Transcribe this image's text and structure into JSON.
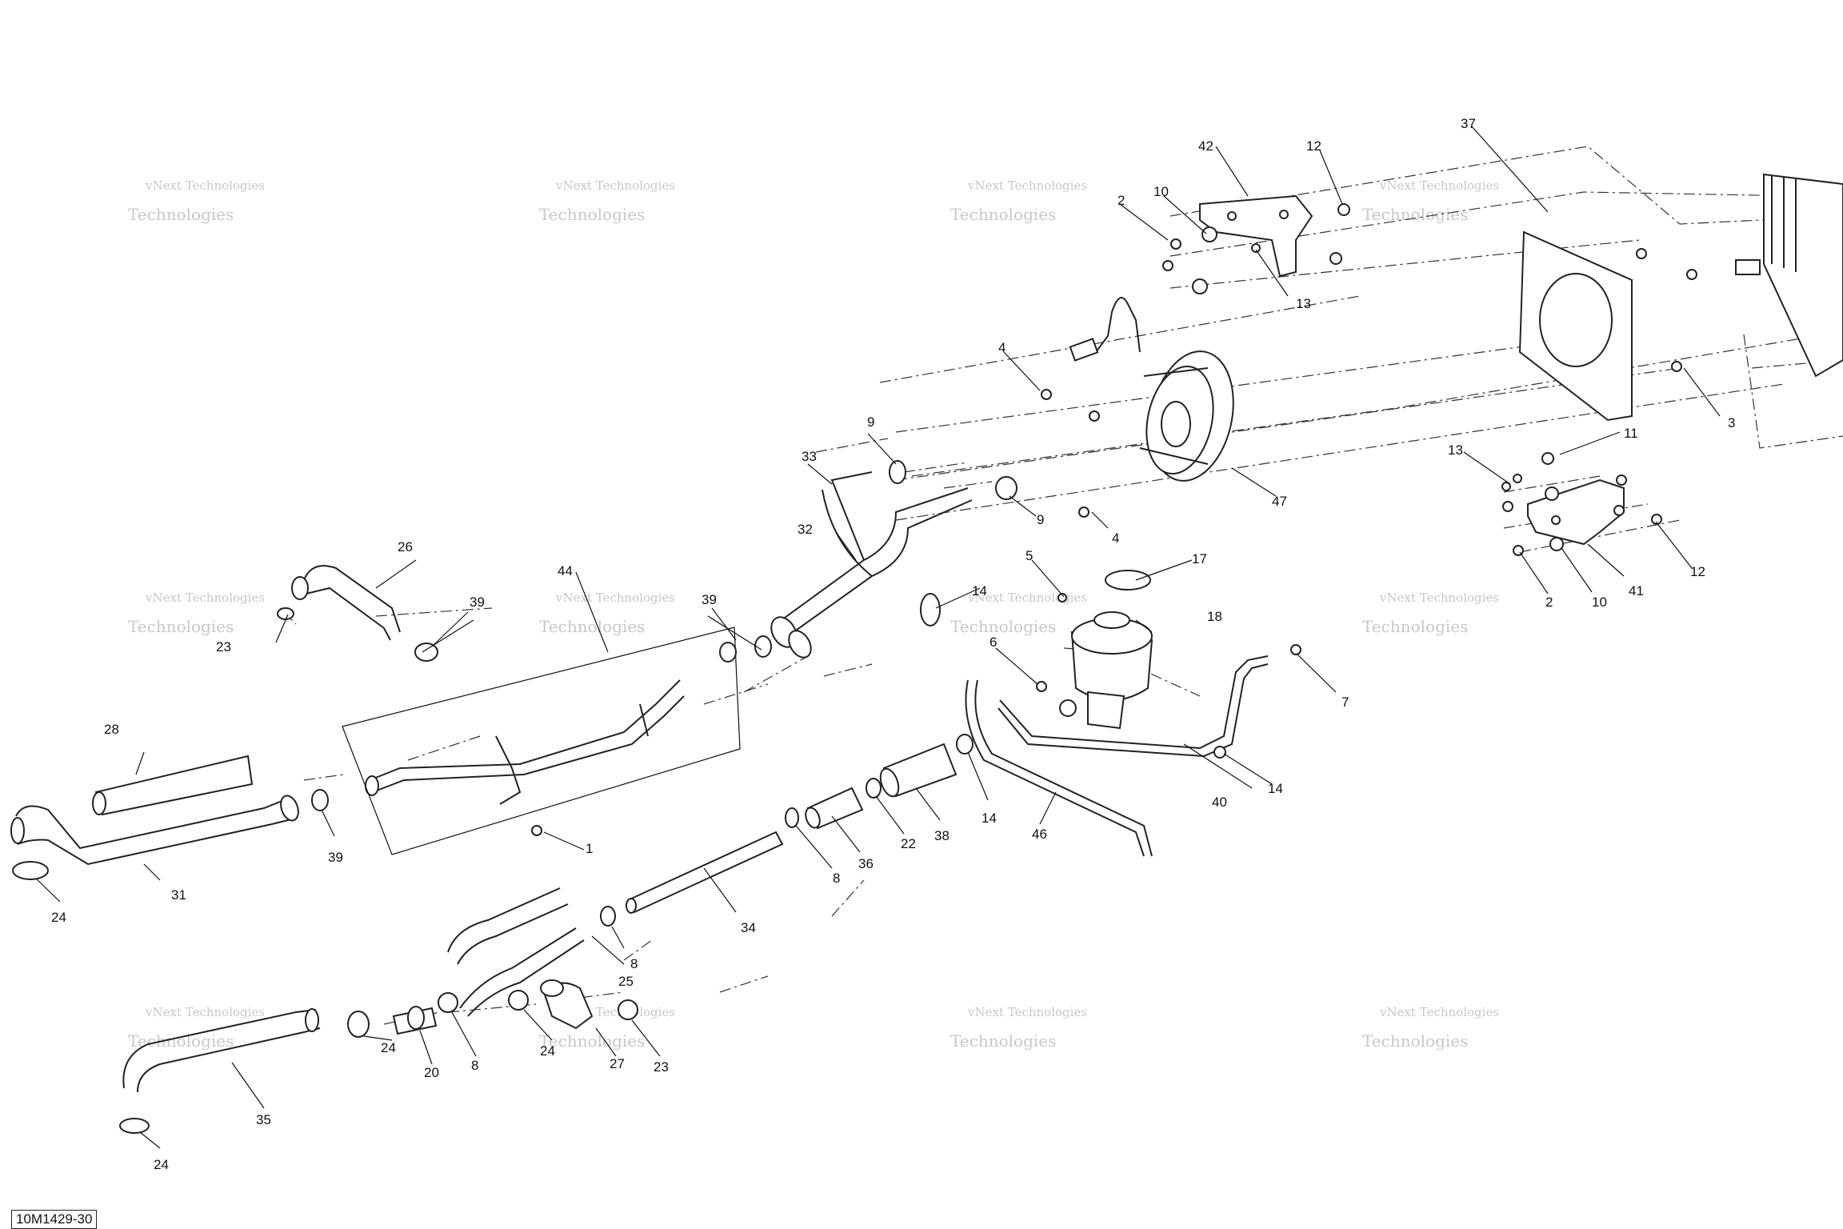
{
  "diagram": {
    "reference_code": "10M1429-30",
    "watermark": {
      "line1": "vNext Technologies",
      "line2": "Technologies"
    },
    "callouts": [
      {
        "id": "c1",
        "number": "1"
      },
      {
        "id": "c2a",
        "number": "2"
      },
      {
        "id": "c2b",
        "number": "2"
      },
      {
        "id": "c3",
        "number": "3"
      },
      {
        "id": "c4a",
        "number": "4"
      },
      {
        "id": "c4b",
        "number": "4"
      },
      {
        "id": "c5",
        "number": "5"
      },
      {
        "id": "c6",
        "number": "6"
      },
      {
        "id": "c7",
        "number": "7"
      },
      {
        "id": "c8a",
        "number": "8"
      },
      {
        "id": "c8b",
        "number": "8"
      },
      {
        "id": "c8c",
        "number": "8"
      },
      {
        "id": "c9a",
        "number": "9"
      },
      {
        "id": "c9b",
        "number": "9"
      },
      {
        "id": "c10a",
        "number": "10"
      },
      {
        "id": "c10b",
        "number": "10"
      },
      {
        "id": "c11",
        "number": "11"
      },
      {
        "id": "c12a",
        "number": "12"
      },
      {
        "id": "c12b",
        "number": "12"
      },
      {
        "id": "c13a",
        "number": "13"
      },
      {
        "id": "c13b",
        "number": "13"
      },
      {
        "id": "c14a",
        "number": "14"
      },
      {
        "id": "c14b",
        "number": "14"
      },
      {
        "id": "c14c",
        "number": "14"
      },
      {
        "id": "c17",
        "number": "17"
      },
      {
        "id": "c18",
        "number": "18"
      },
      {
        "id": "c20",
        "number": "20"
      },
      {
        "id": "c22",
        "number": "22"
      },
      {
        "id": "c23a",
        "number": "23"
      },
      {
        "id": "c23b",
        "number": "23"
      },
      {
        "id": "c24a",
        "number": "24"
      },
      {
        "id": "c24b",
        "number": "24"
      },
      {
        "id": "c24c",
        "number": "24"
      },
      {
        "id": "c24d",
        "number": "24"
      },
      {
        "id": "c25",
        "number": "25"
      },
      {
        "id": "c26",
        "number": "26"
      },
      {
        "id": "c27",
        "number": "27"
      },
      {
        "id": "c28",
        "number": "28"
      },
      {
        "id": "c31",
        "number": "31"
      },
      {
        "id": "c32",
        "number": "32"
      },
      {
        "id": "c33",
        "number": "33"
      },
      {
        "id": "c34",
        "number": "34"
      },
      {
        "id": "c35",
        "number": "35"
      },
      {
        "id": "c36",
        "number": "36"
      },
      {
        "id": "c37",
        "number": "37"
      },
      {
        "id": "c38",
        "number": "38"
      },
      {
        "id": "c39a",
        "number": "39"
      },
      {
        "id": "c39b",
        "number": "39"
      },
      {
        "id": "c39c",
        "number": "39"
      },
      {
        "id": "c40",
        "number": "40"
      },
      {
        "id": "c41",
        "number": "41"
      },
      {
        "id": "c42",
        "number": "42"
      },
      {
        "id": "c44",
        "number": "44"
      },
      {
        "id": "c46",
        "number": "46"
      },
      {
        "id": "c47",
        "number": "47"
      }
    ]
  }
}
